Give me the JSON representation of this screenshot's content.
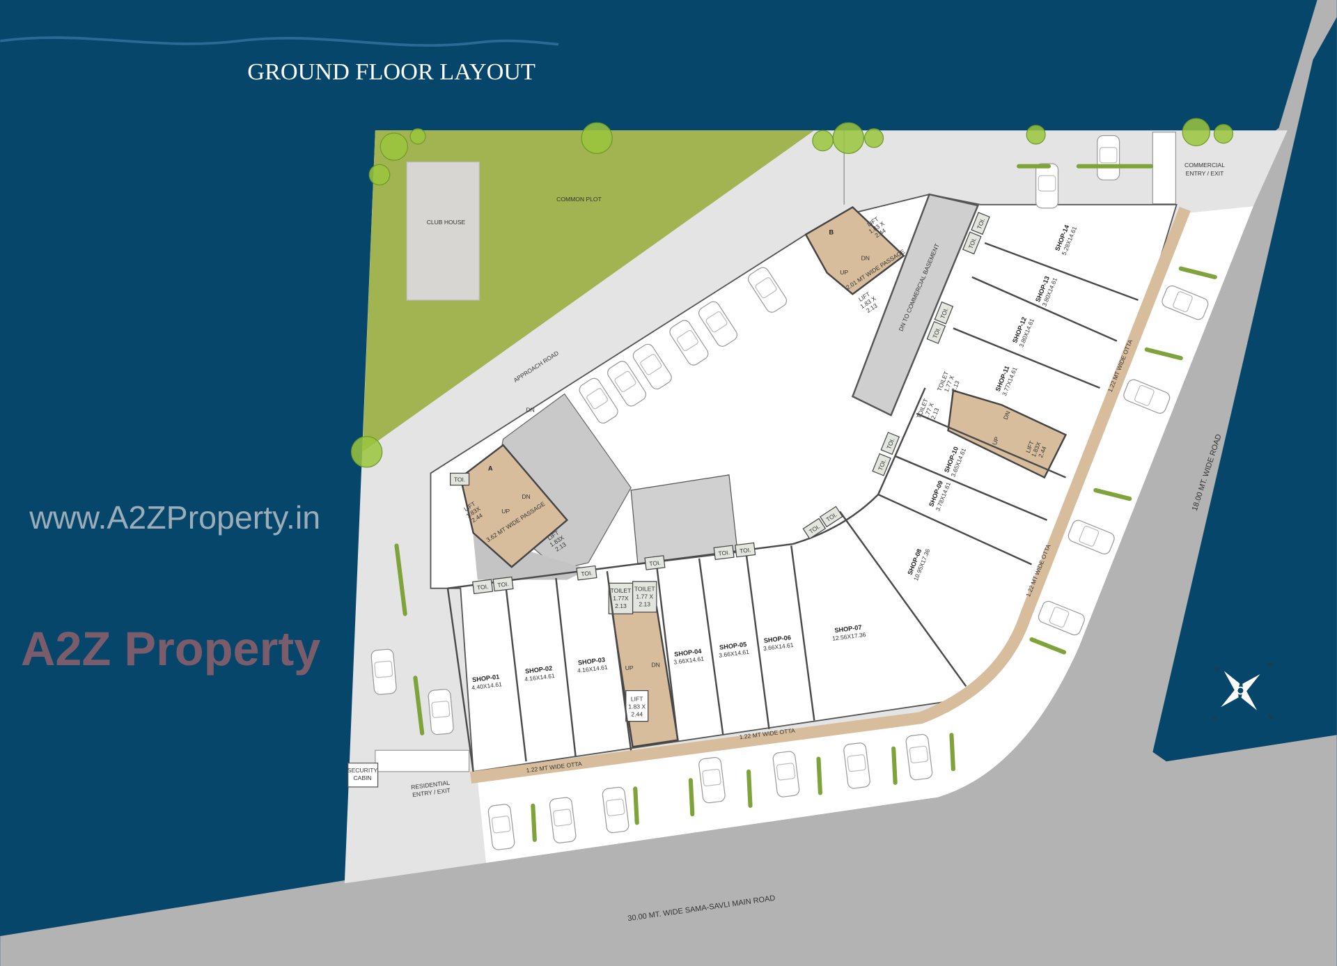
{
  "title": "GROUND FLOOR LAYOUT",
  "areas": {
    "club_house": "CLUB HOUSE",
    "common_plot": "COMMON PLOT",
    "approach_road": "APPROACH ROAD",
    "commercial_entry": [
      "COMMERCIAL",
      "ENTRY / EXIT"
    ],
    "residential_entry": [
      "RESIDENTIAL",
      "ENTRY / EXIT"
    ],
    "security_cabin": [
      "SECURITY",
      "CABIN"
    ],
    "ramp_dn": "DN",
    "basement_ramp": "DN TO COMMERCIAL BASEMENT"
  },
  "roads": {
    "main": "30.00 MT. WIDE SAMA-SAVLI MAIN ROAD",
    "side": "18.00 MT. WIDE ROAD"
  },
  "otta": {
    "bottom_left": "1.22 MT WIDE OTTA",
    "bottom_mid": "1.22 MT WIDE OTTA",
    "right_lower": "1.22 MT WIDE OTTA",
    "right_upper": "1.22 MT WIDE OTTA"
  },
  "cores": {
    "a": {
      "name": "A",
      "passage": "3.62 MT WIDE PASSAGE",
      "lift1": [
        "LIFT",
        "1.83X",
        "2.44"
      ],
      "lift2": [
        "LIFT",
        "1.83X",
        "2.13"
      ],
      "toilet": "TOI.",
      "up": "UP",
      "dn": "DN"
    },
    "b": {
      "name": "B",
      "passage": "2.01 MT WIDE PASSAGE",
      "lift1": [
        "LIFT",
        "1.83 X",
        "2.44"
      ],
      "lift2": [
        "LIFT",
        "1.83 X",
        "2.13"
      ],
      "up": "UP",
      "dn": "DN"
    },
    "central": {
      "toilet1": [
        "TOILET",
        "1.77X",
        "2.13"
      ],
      "toilet2": [
        "TOILET",
        "1.77 X",
        "2.13"
      ],
      "lift": [
        "LIFT",
        "1.83 X",
        "2.44"
      ],
      "up": "UP",
      "dn": "DN"
    },
    "east": {
      "toilet1": [
        "TOILET",
        "1.77 X",
        "2.13"
      ],
      "toilet2": [
        "TOILET",
        "1.77 X",
        "2.13"
      ],
      "lift": [
        "LIFT",
        "1.83X",
        "2.44"
      ],
      "up": "UP",
      "dn": "DN"
    }
  },
  "toilet_label": "TOI.",
  "shops": [
    {
      "name": "SHOP-01",
      "size": "4.40X14.61"
    },
    {
      "name": "SHOP-02",
      "size": "4.16X14.61"
    },
    {
      "name": "SHOP-03",
      "size": "4.16X14.61"
    },
    {
      "name": "SHOP-04",
      "size": "3.66X14.61"
    },
    {
      "name": "SHOP-05",
      "size": "3.66X14.61"
    },
    {
      "name": "SHOP-06",
      "size": "3.66X14.61"
    },
    {
      "name": "SHOP-07",
      "size": "12.56X17.36"
    },
    {
      "name": "SHOP-08",
      "size": "10.95X17.36"
    },
    {
      "name": "SHOP-09",
      "size": "3.78X14.61"
    },
    {
      "name": "SHOP-10",
      "size": "3.65X14.61"
    },
    {
      "name": "SHOP-11",
      "size": "3.77X14.61"
    },
    {
      "name": "SHOP-12",
      "size": "3.80X14.61"
    },
    {
      "name": "SHOP-13",
      "size": "3.80X14.61"
    },
    {
      "name": "SHOP-14",
      "size": "5.28X14.61"
    }
  ],
  "compass": {
    "n": "N",
    "s": "S",
    "e": "E",
    "w": "W"
  },
  "watermark": {
    "url": "www.A2ZProperty.in",
    "logo": "A2Z Property"
  },
  "colors": {
    "background": "#07466b",
    "road": "#b3b3b3",
    "site": "#e4e4e4",
    "green": "#a2b451",
    "otta": "#d8bd9d",
    "ramp": "#c9c9c9"
  }
}
